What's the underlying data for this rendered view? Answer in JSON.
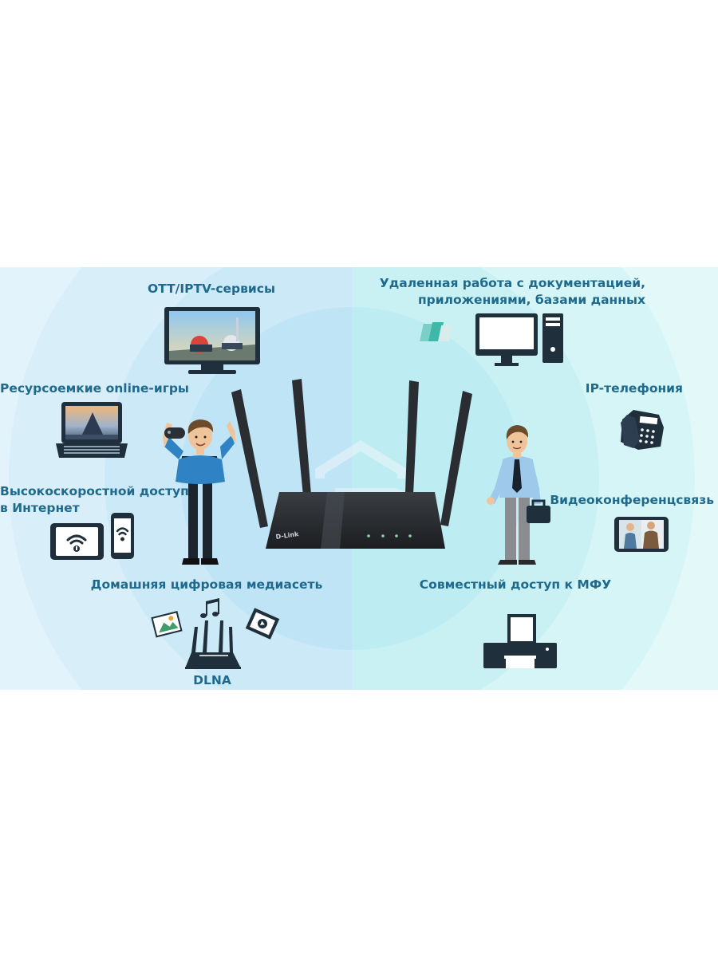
{
  "colors": {
    "label_text": "#1f6a8c",
    "left_bg": "#d6eef9",
    "right_bg": "#d9f7f8",
    "inner_circle": "#bfe6f6",
    "icon_dark": "#1f2f3c",
    "router_body": "#2a2d31"
  },
  "labels": {
    "ott": "OTT/IPTV-сервисы",
    "remote_line1": "Удаленная работа с документацией,",
    "remote_line2": "приложениями, базами данных",
    "games": "Ресурсоемкие online-игры",
    "ip_phone": "IP-телефония",
    "internet_line1": "Высокоскоростной доступ",
    "internet_line2": "в Интернет",
    "video_conf": "Видеоконференцсвязь",
    "media_net": "Домашняя цифровая медиасеть",
    "mfu": "Совместный доступ к МФУ",
    "dlna": "DLNA"
  },
  "router": {
    "brand": "D-Link"
  },
  "icons": {
    "tv": "tv-icon",
    "laptop": "laptop-icon",
    "tablet": "tablet-wifi-icon",
    "phone": "smartphone-wifi-icon",
    "desktop": "desktop-computer-icon",
    "desk_phone": "desk-phone-icon",
    "video_tablet": "video-call-tablet-icon",
    "printer": "printer-icon",
    "photo": "photo-icon",
    "music": "music-notes-icon",
    "film": "film-strip-icon",
    "mini_router": "mini-router-icon",
    "gamer": "gamer-person-icon",
    "businessman": "businessman-icon"
  }
}
